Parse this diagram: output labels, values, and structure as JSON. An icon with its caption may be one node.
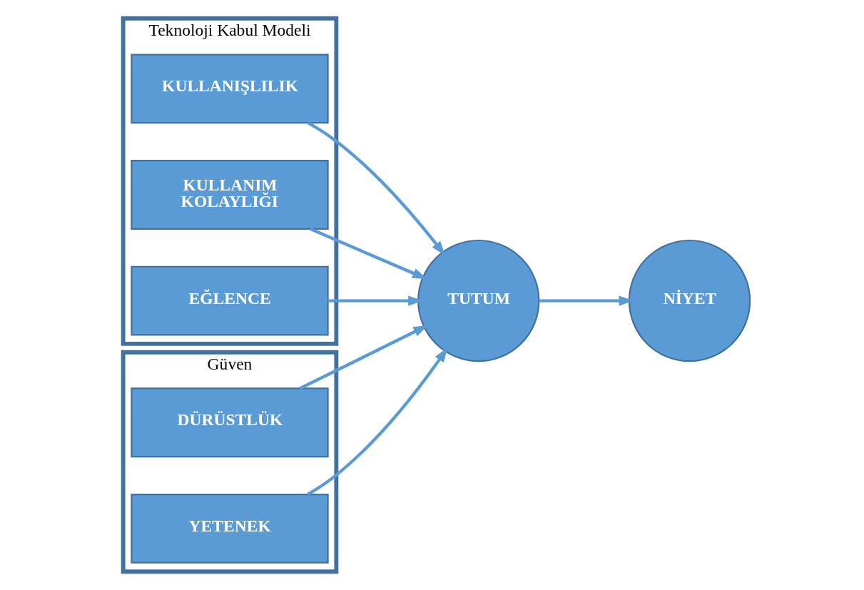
{
  "diagram": {
    "nodes": [
      {
        "text": [
          "Teknoloji Kabul Modeli"
        ]
      },
      {
        "text": [
          "KULLANIŞLILIK"
        ],
        "in": 0
      },
      {
        "text": [
          "KULLANIM KOLAYLIĞI"
        ],
        "in": 0
      },
      {
        "text": [
          "EĞLENCE"
        ],
        "in": 0
      },
      {
        "text": [
          "Güven"
        ]
      },
      {
        "text": [
          "DÜRÜSTLÜK"
        ],
        "in": 4
      },
      {
        "text": [
          "YETENEK"
        ],
        "in": 4
      },
      {
        "text": [
          "TUTUM"
        ]
      },
      {
        "text": [
          "NİYET"
        ]
      }
    ],
    "edges": [
      {
        "from": 1,
        "to": 7,
        "arrow": "to"
      },
      {
        "from": 2,
        "to": 7,
        "arrow": "to"
      },
      {
        "from": 3,
        "to": 7,
        "arrow": "to"
      },
      {
        "from": 5,
        "to": 7,
        "arrow": "to"
      },
      {
        "from": 6,
        "to": 7,
        "arrow": "to"
      },
      {
        "from": 7,
        "to": 8,
        "arrow": "to"
      }
    ]
  }
}
